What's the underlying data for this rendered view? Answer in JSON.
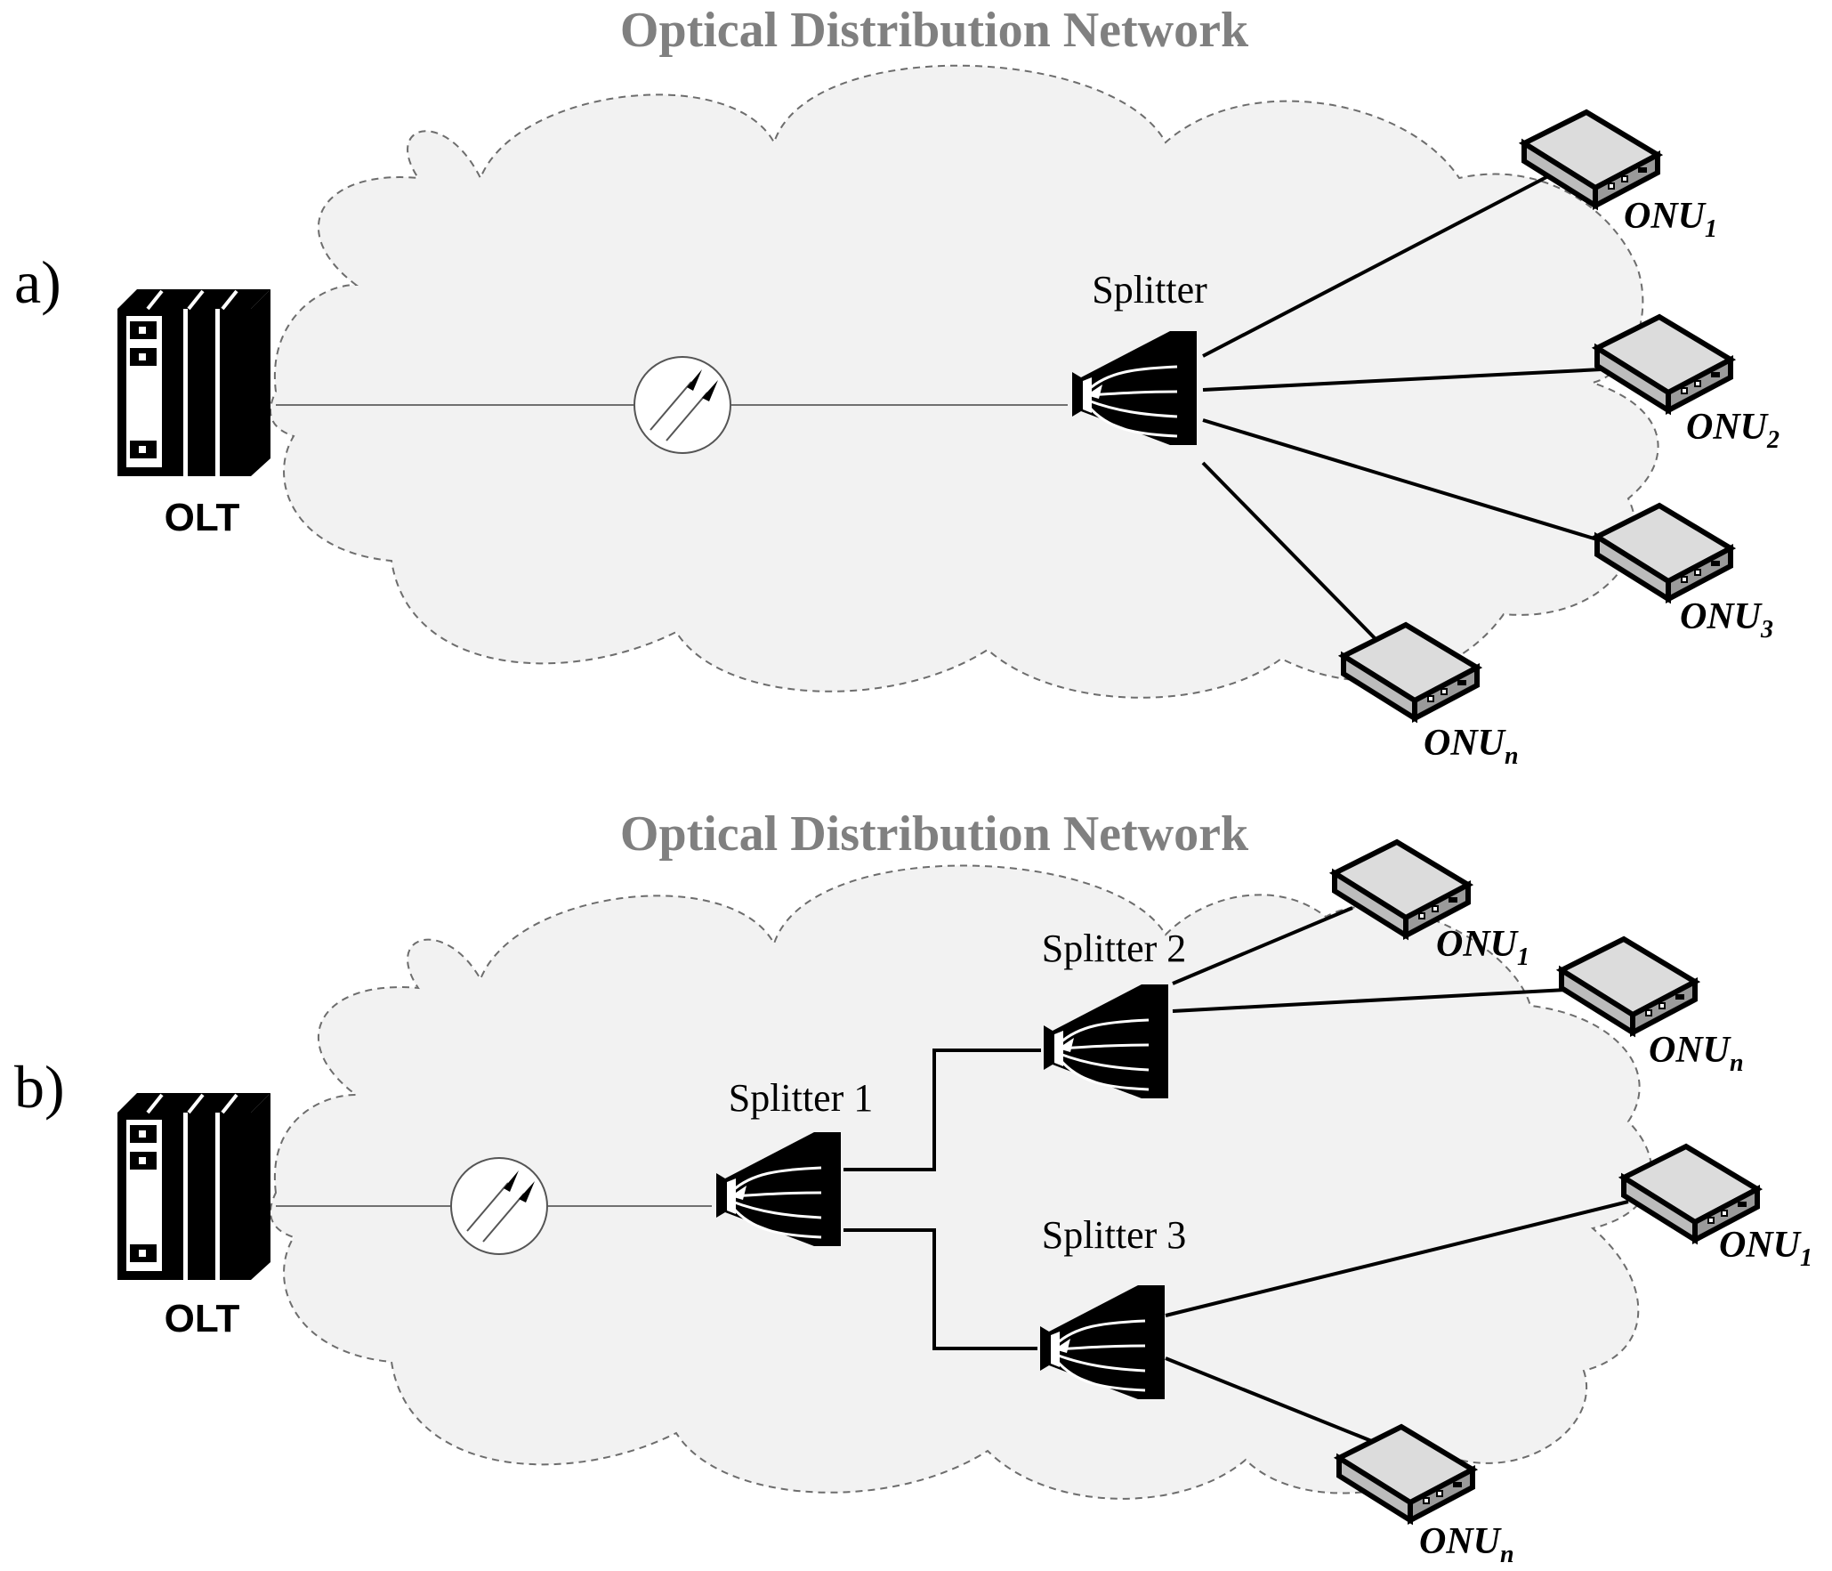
{
  "panel_a": {
    "label": "a)",
    "title": "Optical Distribution Network",
    "olt_label": "OLT",
    "splitter_label": "Splitter",
    "onus": [
      {
        "name": "ONU",
        "sub": "1"
      },
      {
        "name": "ONU",
        "sub": "2"
      },
      {
        "name": "ONU",
        "sub": "3"
      },
      {
        "name": "ONU",
        "sub": "n"
      }
    ]
  },
  "panel_b": {
    "label": "b)",
    "title": "Optical Distribution Network",
    "olt_label": "OLT",
    "splitter1_label": "Splitter 1",
    "splitter2_label": "Splitter 2",
    "splitter3_label": "Splitter 3",
    "splitter2_onus": [
      {
        "name": "ONU",
        "sub": "1"
      },
      {
        "name": "ONU",
        "sub": "n"
      }
    ],
    "splitter3_onus": [
      {
        "name": "ONU",
        "sub": "1"
      },
      {
        "name": "ONU",
        "sub": "n"
      }
    ]
  },
  "icons": [
    "olt-rack-icon",
    "coupler-icon",
    "splitter-icon",
    "onu-device-icon"
  ]
}
